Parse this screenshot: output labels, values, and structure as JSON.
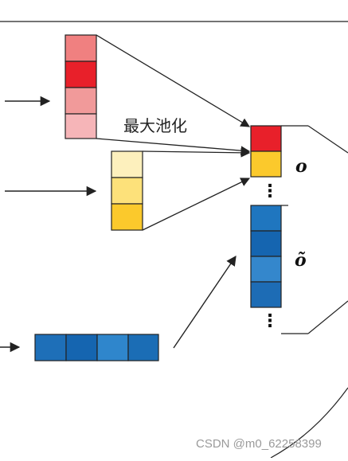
{
  "labels": {
    "max_pooling": "最大池化",
    "o": "o",
    "o_tilde": "õ",
    "ellipsis_upper": "⋮",
    "ellipsis_lower": "⋮",
    "watermark": "CSDN @m0_62258399"
  },
  "colors": {
    "red_column": [
      "#f08080",
      "#e8202a",
      "#f19a9a",
      "#f6b5b8"
    ],
    "yellow_column": [
      "#fdf0bd",
      "#fde17a",
      "#fdd45c",
      "#fbc92c"
    ],
    "blue_row": [
      "#1e6fb8",
      "#1565b0",
      "#2f86cc",
      "#1b6db5"
    ],
    "pooled_o": [
      "#e8202a",
      "#fbc92c"
    ],
    "blue_column": [
      "#1f76bf",
      "#1565b0",
      "#3487cc",
      "#1d6cb5"
    ],
    "stroke": "#222222"
  }
}
